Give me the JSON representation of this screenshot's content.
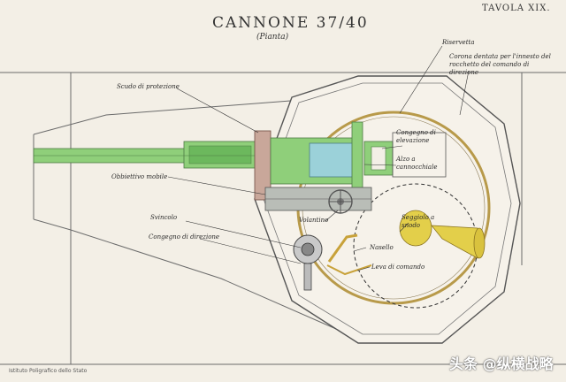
{
  "header": {
    "plate": "TAVOLA XIX.",
    "title": "CANNONE 37/40",
    "subtitle": "(Pianta)"
  },
  "labels": {
    "riservetta": "Riservetta",
    "corona": "Corona dentata per l'innesto del rocchetto del comando di direzione",
    "scudo": "Scudo di protezione",
    "congegno_elevazione": "Congegno di elevazione",
    "alzo": "Alzo a cannocchiale",
    "obbiettivo": "Obbiettivo mobile",
    "svincolo": "Svincolo",
    "congegno_direzione": "Congegno di direzione",
    "volantino": "Volantino",
    "seggiolo": "Seggiolo a snodo",
    "nasello": "Nasello",
    "leva": "Leva di comando"
  },
  "footer": {
    "imprint": "Istituto Poligrafico dello Stato",
    "watermark": "头条 @纵横战略"
  },
  "colors": {
    "barrel": "#8fcf7a",
    "breech": "#c9a79a",
    "ring": "#b89a4a",
    "seat": "#e3cf4a",
    "mechanism": "#9bd1d9",
    "outline": "#5a5a5a"
  }
}
